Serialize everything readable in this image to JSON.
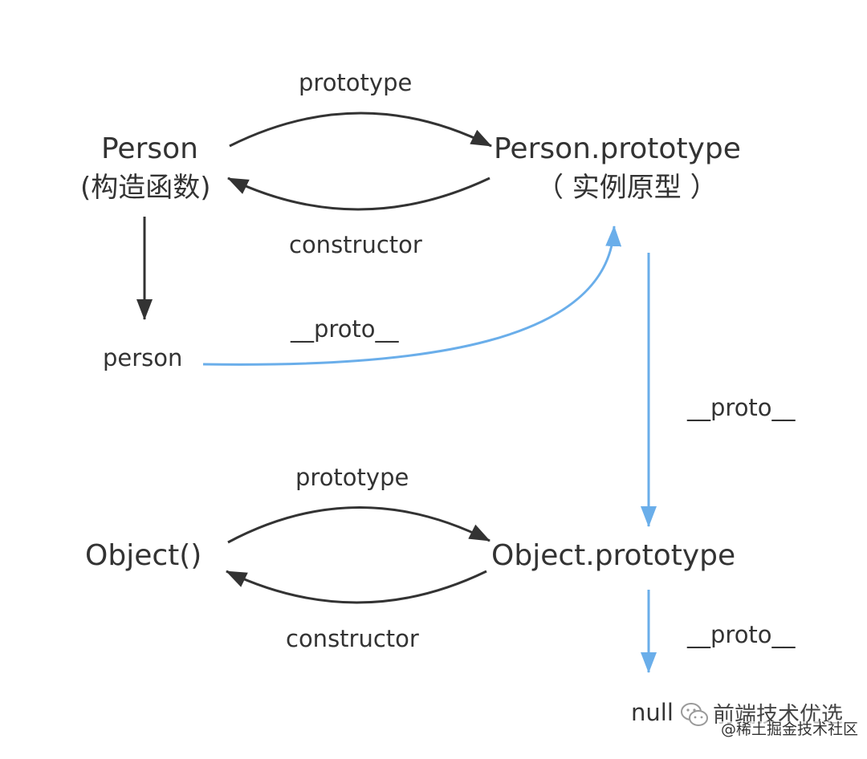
{
  "nodes": {
    "person_constructor": {
      "name": "Person",
      "note": "(构造函数)"
    },
    "person_prototype": {
      "name": "Person.prototype",
      "note": "（ 实例原型 ）"
    },
    "person_instance": {
      "name": "person"
    },
    "object_constructor": {
      "name": "Object()"
    },
    "object_prototype": {
      "name": "Object.prototype"
    },
    "null_node": {
      "name": "null"
    }
  },
  "edges": {
    "prototype_top": "prototype",
    "constructor_top": "constructor",
    "proto_person": "__proto__",
    "proto_person_prototype": "__proto__",
    "prototype_bottom": "prototype",
    "constructor_bottom": "constructor",
    "proto_object_prototype": "__proto__"
  },
  "watermark": {
    "title": "前端技术优选",
    "subtitle": "@稀土掘金技术社区",
    "icon": "wechat-icon"
  },
  "colors": {
    "dark_arrow": "#333333",
    "proto_arrow": "#6aaeea",
    "text": "#333333"
  }
}
